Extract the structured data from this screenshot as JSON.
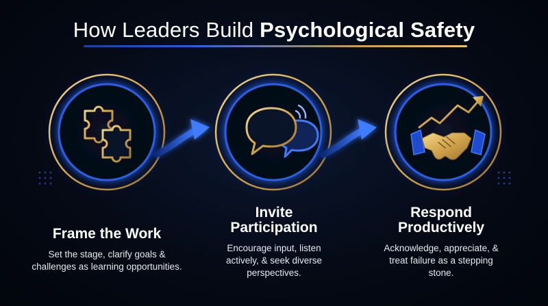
{
  "title": {
    "prefix": "How Leaders Build ",
    "emphasis": "Psychological Safety"
  },
  "steps": [
    {
      "heading": "Frame the Work",
      "description": "Set the stage, clarify goals & challenges as learning opportunities.",
      "icon": "puzzle-icon"
    },
    {
      "heading": "Invite Participation",
      "description": "Encourage input, listen actively, & seek diverse perspectives.",
      "icon": "speech-bubbles-icon"
    },
    {
      "heading": "Respond Productively",
      "description": "Acknowledge, appreciate, & treat failure as a stepping stone.",
      "icon": "handshake-growth-icon"
    }
  ],
  "colors": {
    "accent_gold": "#d9b25e",
    "accent_blue": "#2f6bff",
    "background": "#050a16"
  }
}
